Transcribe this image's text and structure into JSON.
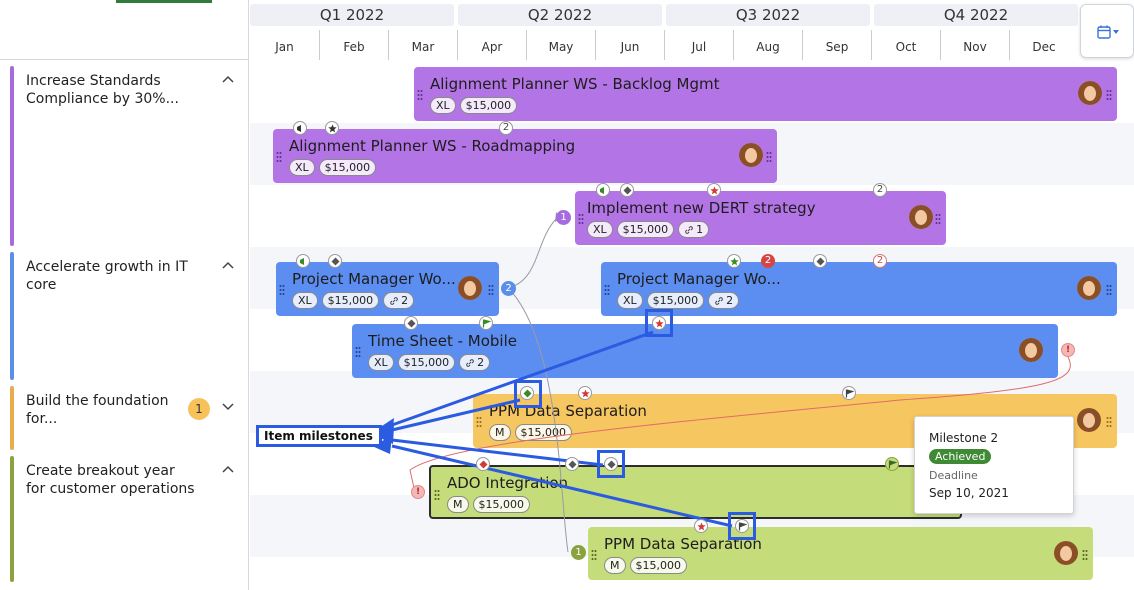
{
  "timeline": {
    "quarters": [
      "Q1 2022",
      "Q2 2022",
      "Q3 2022",
      "Q4 2022"
    ],
    "months": [
      "Jan",
      "Feb",
      "Mar",
      "Apr",
      "May",
      "Jun",
      "Jul",
      "Aug",
      "Sep",
      "Oct",
      "Nov",
      "Dec"
    ]
  },
  "objectives": [
    {
      "title": "Increase Standards Compliance by 30%...",
      "color": "#a66be0"
    },
    {
      "title": "Accelerate growth in IT core",
      "color": "#5b8ee8"
    },
    {
      "title": "Build the foundation for...",
      "color": "#e8ad4a",
      "badge": "1"
    },
    {
      "title": "Create breakout year for customer operations",
      "color": "#8aa33e"
    }
  ],
  "items": [
    {
      "title": "Alignment Planner WS - Backlog Mgmt",
      "size": "XL",
      "cost": "$15,000",
      "color": "#b375e6"
    },
    {
      "title": "Alignment Planner WS - Roadmapping",
      "size": "XL",
      "cost": "$15,000",
      "color": "#b375e6"
    },
    {
      "title": "Implement new DERT strategy",
      "size": "XL",
      "cost": "$15,000",
      "links": "1",
      "color": "#b375e6"
    },
    {
      "title": "Project Manager Wo...",
      "size": "XL",
      "cost": "$15,000",
      "links": "2",
      "color": "#5b8ef0"
    },
    {
      "title": "Project Manager Wo...",
      "size": "XL",
      "cost": "$15,000",
      "links": "2",
      "color": "#5b8ef0"
    },
    {
      "title": "Time Sheet - Mobile",
      "size": "XL",
      "cost": "$15,000",
      "links": "2",
      "color": "#5b8ef0"
    },
    {
      "title": "PPM Data Separation",
      "size": "M",
      "cost": "$15,000",
      "color": "#f6c660"
    },
    {
      "title": "ADO Integration",
      "size": "M",
      "cost": "$15,000",
      "color": "#c5dc7a"
    },
    {
      "title": "PPM Data Separation",
      "size": "M",
      "cost": "$15,000",
      "color": "#c5dc7a"
    }
  ],
  "milestone_counts": {
    "roadmap_2": "2",
    "dert_2": "2",
    "pm_red": "2",
    "pm_pink": "2",
    "dep_dert": "1",
    "dep_pm": "2",
    "dep_ppm": "1"
  },
  "callout": {
    "label": "Item milestones"
  },
  "tooltip": {
    "title": "Milestone 2",
    "status": "Achieved",
    "label": "Deadline",
    "date": "Sep 10, 2021"
  },
  "icons": [
    "calendar-icon",
    "chevron-down-icon",
    "chevron-up-icon",
    "drag-handle-icon",
    "megaphone-icon",
    "star-icon",
    "diamond-icon",
    "flag-icon",
    "link-icon",
    "alert-icon",
    "avatar"
  ]
}
